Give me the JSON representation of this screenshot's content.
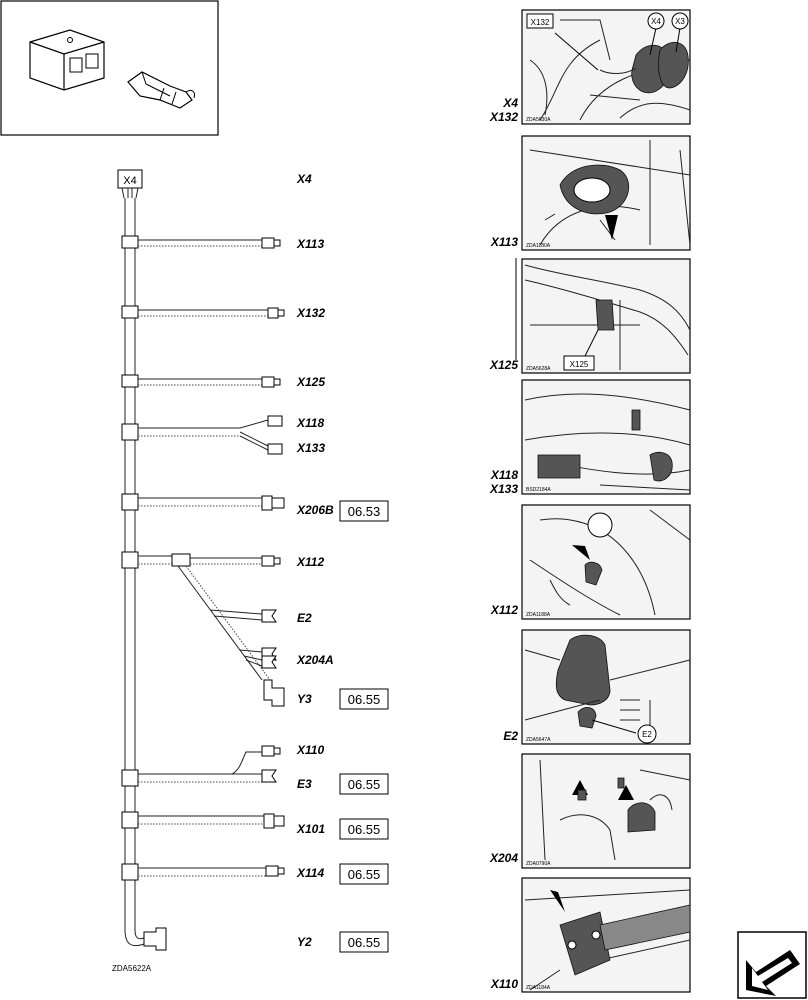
{
  "diagram": {
    "code": "ZDA5622A",
    "harness_head": "X4",
    "connectors": [
      {
        "label": "X4"
      },
      {
        "label": "X113"
      },
      {
        "label": "X132"
      },
      {
        "label": "X125"
      },
      {
        "label": "X118"
      },
      {
        "label": "X133"
      },
      {
        "label": "X206B",
        "ref": "06.53"
      },
      {
        "label": "X112"
      },
      {
        "label": "E2"
      },
      {
        "label": "X204A"
      },
      {
        "label": "Y3",
        "ref": "06.55"
      },
      {
        "label": "X110"
      },
      {
        "label": "E3",
        "ref": "06.55"
      },
      {
        "label": "X101",
        "ref": "06.55"
      },
      {
        "label": "X114",
        "ref": "06.55"
      },
      {
        "label": "Y2",
        "ref": "06.55"
      }
    ]
  },
  "photos": [
    {
      "label_lines": [
        "X4",
        "X132"
      ],
      "code": "ZDA5630A",
      "callouts": [
        "X132",
        "X4",
        "X3"
      ]
    },
    {
      "label_lines": [
        "X113"
      ],
      "code": "ZDA1180A",
      "callouts": []
    },
    {
      "label_lines": [
        "X125"
      ],
      "code": "ZDA5628A",
      "callouts": [
        "X125"
      ]
    },
    {
      "label_lines": [
        "X118",
        "X133"
      ],
      "code": "BSD2184A",
      "callouts": []
    },
    {
      "label_lines": [
        "X112"
      ],
      "code": "ZDA1188A",
      "callouts": []
    },
    {
      "label_lines": [
        "E2"
      ],
      "code": "ZDA5647A",
      "callouts": [
        "E2"
      ]
    },
    {
      "label_lines": [
        "X204"
      ],
      "code": "ZDA0790A",
      "callouts": []
    },
    {
      "label_lines": [
        "X110"
      ],
      "code": "ZDA1184A",
      "callouts": []
    }
  ]
}
